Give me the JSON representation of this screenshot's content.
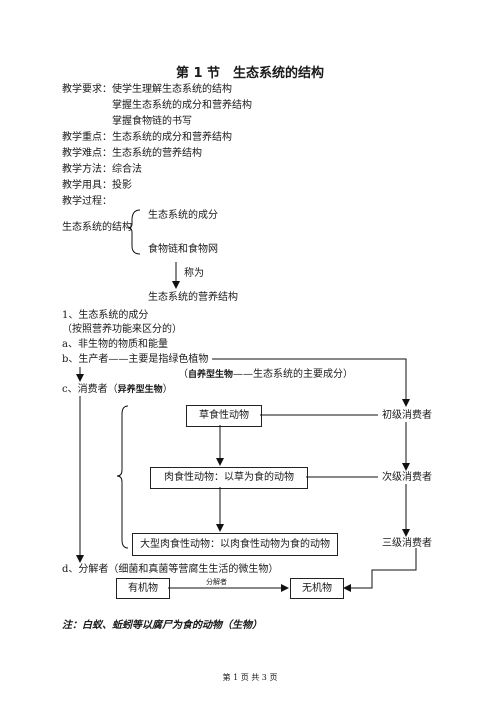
{
  "title": "第 1 节　生态系统的结构",
  "lesson": {
    "goals_label": "教学要求：",
    "goals": [
      "使学生理解生态系统的结构",
      "掌握生态系统的成分和营养结构",
      "掌握食物链的书写"
    ],
    "key_points": "教学重点：生态系统的成分和营养结构",
    "difficulty": "教学难点：生态系统的营养结构",
    "method": "教学方法：综合法",
    "tools": "教学用具：投影",
    "process": "教学过程："
  },
  "structure": {
    "root": "生态系统的结构",
    "components": "生态系统的成分",
    "chains": "食物链和食物网",
    "called": "称为",
    "result": "生态系统的营养结构"
  },
  "section": {
    "heading": "1、生态系统的成分",
    "note": "（按照营养功能来区分的）",
    "a": "a、非生物的物质和能量",
    "b_prefix": "b、生产者——主要是指绿色植物",
    "b_sub_bold": "自养型生物",
    "b_sub_rest": "——生态系统的主要成分）",
    "c_prefix": "c、消费者（",
    "c_bold": "异养型生物",
    "c_suffix": "）",
    "d": "d、分解者（细菌和真菌等营腐生生活的微生物）"
  },
  "diagram": {
    "herbivore": "草食性动物",
    "carnivore": "肉食性动物：以草为食的动物",
    "top": "大型肉食性动物：以肉食性动物为食的动物",
    "primary": "初级消费者",
    "secondary": "次级消费者",
    "tertiary": "三级消费者",
    "organic": "有机物",
    "decomposer": "分解者",
    "inorganic": "无机物"
  },
  "note": "注：白蚁、蚯蚓等以腐尸为食的动物（生物）",
  "footer": "第  1  页  共  3  页"
}
